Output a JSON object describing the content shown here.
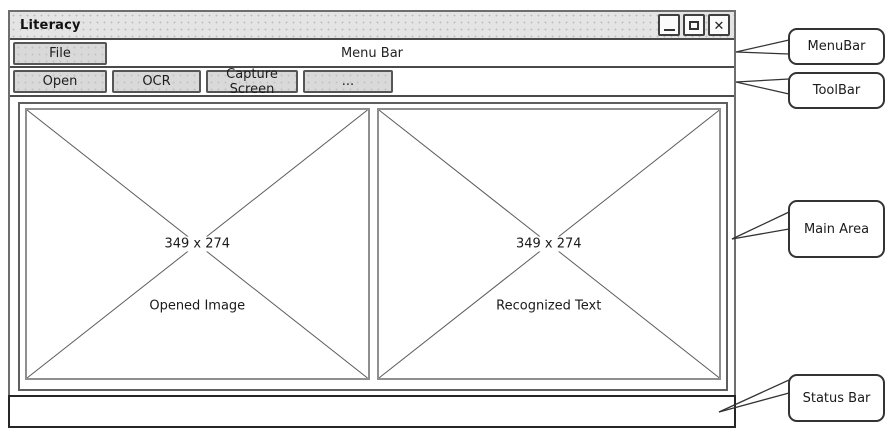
{
  "window": {
    "title": "Literacy",
    "close_glyph": "✕"
  },
  "menubar": {
    "label": "Menu Bar",
    "items": [
      {
        "label": "File"
      }
    ]
  },
  "toolbar": {
    "buttons": [
      {
        "label": "Open"
      },
      {
        "label": "OCR"
      },
      {
        "label": "Capture Screen"
      },
      {
        "label": "..."
      }
    ]
  },
  "main_area": {
    "panels": [
      {
        "size_label": "349 x 274",
        "caption": "Opened Image"
      },
      {
        "size_label": "349 x 274",
        "caption": "Recognized Text"
      }
    ]
  },
  "status_bar": {
    "text": ""
  },
  "callouts": [
    {
      "label": "MenuBar"
    },
    {
      "label": "ToolBar"
    },
    {
      "label": "Main Area"
    },
    {
      "label": "Status Bar"
    }
  ],
  "colors": {
    "titlebar_fill": "#e4e4e4",
    "button_fill": "#d9d9d9",
    "border_dark": "#4a4a4a",
    "placeholder_border": "#8f8f8f",
    "sketch_line": "#5c5c5c"
  }
}
